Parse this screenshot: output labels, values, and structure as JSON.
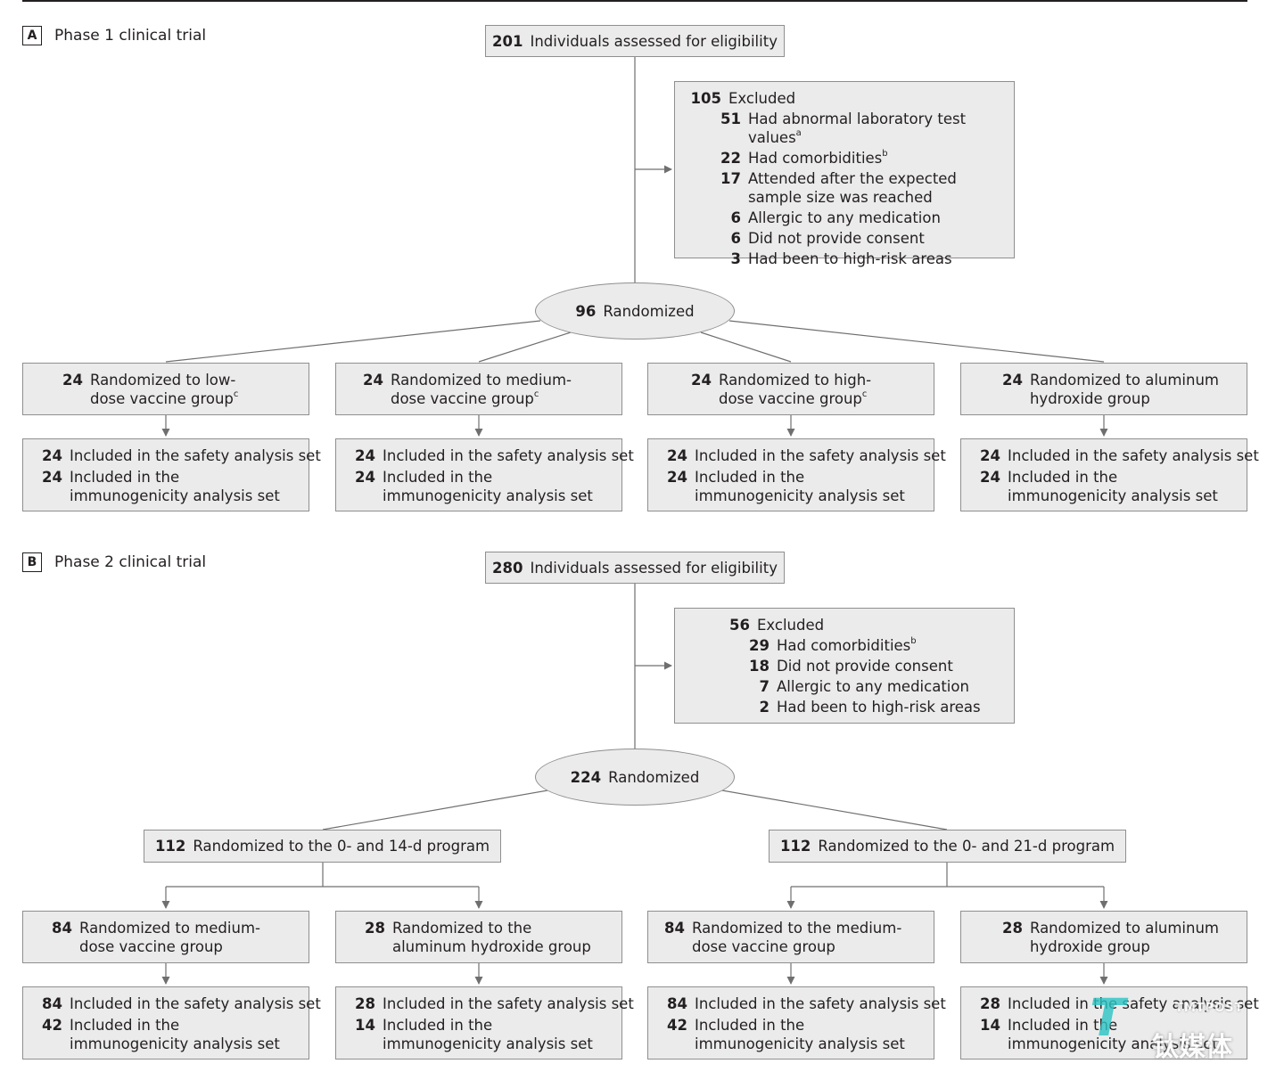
{
  "colors": {
    "box_fill": "#ebebeb",
    "box_border": "#8f8f8f",
    "text": "#231f20",
    "watermark": "#2bc4c4"
  },
  "panelA": {
    "letter": "A",
    "label": "Phase 1 clinical trial",
    "assessed": {
      "n": "201",
      "text": "Individuals assessed for eligibility"
    },
    "excluded": {
      "n": "105",
      "text": "Excluded",
      "reasons": [
        {
          "n": "51",
          "text": "Had abnormal laboratory test values",
          "sup": "a"
        },
        {
          "n": "22",
          "text": "Had comorbidities",
          "sup": "b"
        },
        {
          "n": "17",
          "text": "Attended after the expected sample size was reached",
          "sup": ""
        },
        {
          "n": "6",
          "text": "Allergic to any medication",
          "sup": ""
        },
        {
          "n": "6",
          "text": "Did not provide consent",
          "sup": ""
        },
        {
          "n": "3",
          "text": "Had been to high-risk areas",
          "sup": ""
        }
      ]
    },
    "randomized": {
      "n": "96",
      "text": "Randomized"
    },
    "groups": [
      {
        "n": "24",
        "text": "Randomized to low-dose vaccine group",
        "sup": "c"
      },
      {
        "n": "24",
        "text": "Randomized to medium-dose vaccine group",
        "sup": "c"
      },
      {
        "n": "24",
        "text": "Randomized to high-dose vaccine group",
        "sup": "c"
      },
      {
        "n": "24",
        "text": "Randomized to aluminum hydroxide group",
        "sup": ""
      }
    ],
    "analysis": [
      {
        "safety_n": "24",
        "safety": "Included in the safety analysis set",
        "immuno_n": "24",
        "immuno": "Included in the immunogenicity analysis set"
      },
      {
        "safety_n": "24",
        "safety": "Included in the safety analysis set",
        "immuno_n": "24",
        "immuno": "Included in the immunogenicity analysis set"
      },
      {
        "safety_n": "24",
        "safety": "Included in the safety analysis set",
        "immuno_n": "24",
        "immuno": "Included in the immunogenicity analysis set"
      },
      {
        "safety_n": "24",
        "safety": "Included in the safety analysis set",
        "immuno_n": "24",
        "immuno": "Included in the immunogenicity analysis set"
      }
    ]
  },
  "panelB": {
    "letter": "B",
    "label": "Phase 2 clinical trial",
    "assessed": {
      "n": "280",
      "text": "Individuals assessed for eligibility"
    },
    "excluded": {
      "n": "56",
      "text": "Excluded",
      "reasons": [
        {
          "n": "29",
          "text": "Had comorbidities",
          "sup": "b"
        },
        {
          "n": "18",
          "text": "Did not provide consent",
          "sup": ""
        },
        {
          "n": "7",
          "text": "Allergic to any medication",
          "sup": ""
        },
        {
          "n": "2",
          "text": "Had been to high-risk areas",
          "sup": ""
        }
      ]
    },
    "randomized": {
      "n": "224",
      "text": "Randomized"
    },
    "programs": [
      {
        "n": "112",
        "text": "Randomized to the 0- and 14-d program"
      },
      {
        "n": "112",
        "text": "Randomized to the 0- and 21-d program"
      }
    ],
    "groups": [
      {
        "n": "84",
        "text": "Randomized to medium-dose vaccine group"
      },
      {
        "n": "28",
        "text": "Randomized to the aluminum hydroxide group"
      },
      {
        "n": "84",
        "text": "Randomized to the medium-dose vaccine group"
      },
      {
        "n": "28",
        "text": "Randomized to aluminum hydroxide group"
      }
    ],
    "analysis": [
      {
        "safety_n": "84",
        "safety": "Included in the safety analysis set",
        "immuno_n": "42",
        "immuno": "Included in the immunogenicity analysis set"
      },
      {
        "safety_n": "28",
        "safety": "Included in the safety analysis set",
        "immuno_n": "14",
        "immuno": "Included in the immunogenicity analysis set"
      },
      {
        "safety_n": "84",
        "safety": "Included in the safety analysis set",
        "immuno_n": "42",
        "immuno": "Included in the immunogenicity analysis set"
      },
      {
        "safety_n": "28",
        "safety": "Included in the safety analysis set",
        "immuno_n": "14",
        "immuno": "Included in the immunogenicity analysis set"
      }
    ]
  },
  "watermark": {
    "logo": "钛媒体",
    "brand": "TMTPOST"
  }
}
